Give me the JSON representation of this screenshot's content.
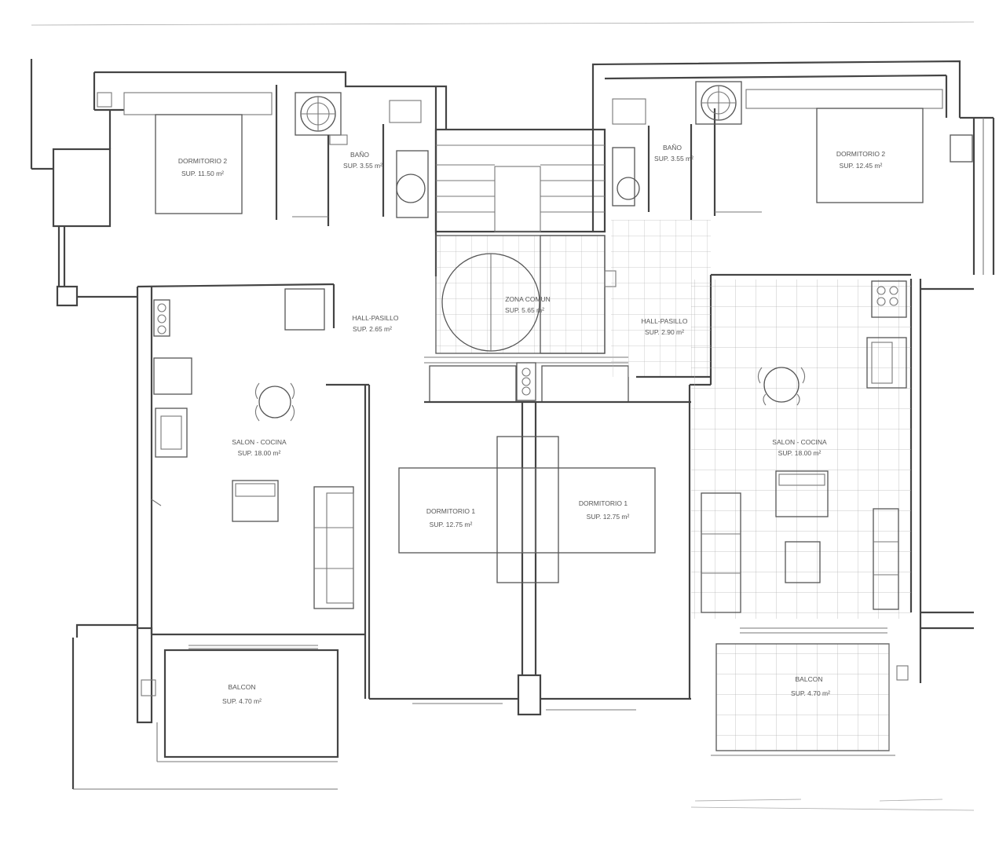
{
  "rooms": {
    "dormitorio2_left": {
      "name": "DORMITORIO 2",
      "area": "SUP. 11.50 m²"
    },
    "bano_left": {
      "name": "BAÑO",
      "area": "SUP. 3.55 m²"
    },
    "hall_left": {
      "name": "HALL-PASILLO",
      "area": "SUP. 2.65 m²"
    },
    "salon_left": {
      "name": "SALON - COCINA",
      "area": "SUP. 18.00 m²"
    },
    "balcon_left": {
      "name": "BALCON",
      "area": "SUP. 4.70 m²"
    },
    "zona_comun": {
      "name": "ZONA COMUN",
      "area": "SUP. 5.65 m²"
    },
    "dormitorio1_left": {
      "name": "DORMITORIO 1",
      "area": "SUP. 12.75 m²"
    },
    "dormitorio1_right": {
      "name": "DORMITORIO 1",
      "area": "SUP. 12.75 m²"
    },
    "bano_right": {
      "name": "BAÑO",
      "area": "SUP. 3.55 m²"
    },
    "dormitorio2_right": {
      "name": "DORMITORIO 2",
      "area": "SUP. 12.45 m²"
    },
    "hall_right": {
      "name": "HALL-PASILLO",
      "area": "SUP. 2.90 m²"
    },
    "salon_right": {
      "name": "SALON - COCINA",
      "area": "SUP. 18.00 m²"
    },
    "balcon_right": {
      "name": "BALCON",
      "area": "SUP. 4.70 m²"
    }
  }
}
